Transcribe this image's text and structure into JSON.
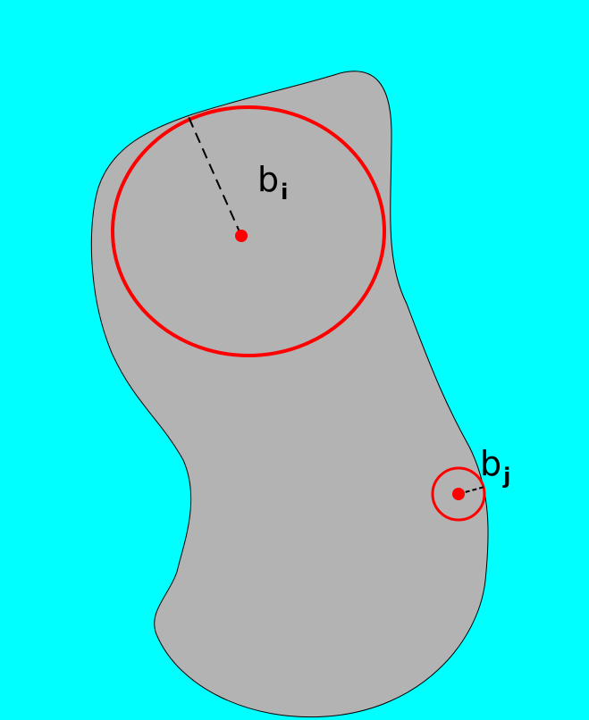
{
  "colors": {
    "background": "#00ffff",
    "region_fill": "#b3b3b3",
    "region_stroke": "#000000",
    "circle_stroke": "#ff0000",
    "center_fill": "#ff0000",
    "radius_line": "#000000"
  },
  "labels": {
    "large_ball": {
      "base": "b",
      "subscript": "i"
    },
    "small_ball": {
      "base": "b",
      "subscript": "j"
    }
  }
}
